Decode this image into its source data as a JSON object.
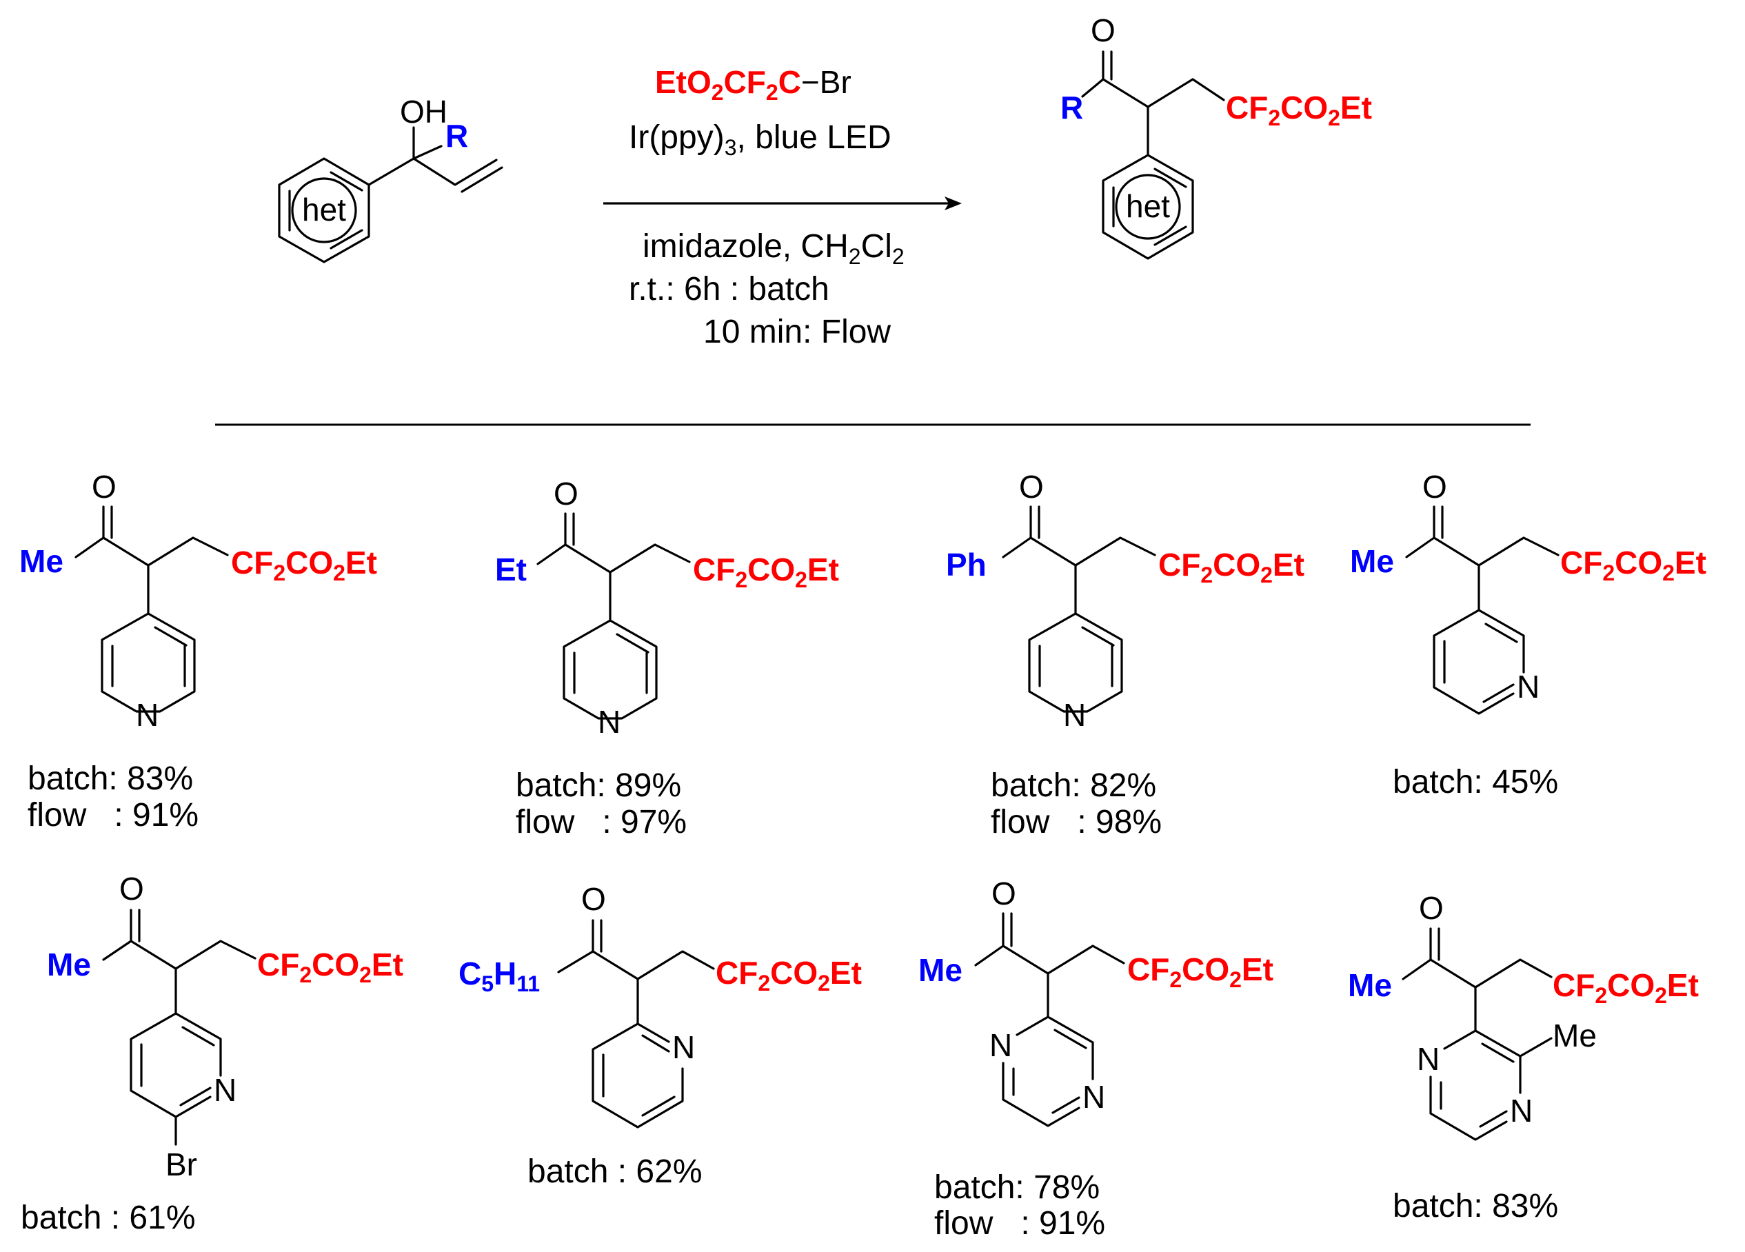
{
  "colors": {
    "reagent": "#ff0000",
    "substituent": "#0000ff",
    "ink": "#000000"
  },
  "scheme": {
    "start": {
      "oh": "OH",
      "r": "R",
      "ring": "het"
    },
    "reagent": {
      "a": "EtO",
      "a_sub1": "2",
      "b": "CF",
      "b_sub": "2",
      "c": "C",
      "bond": "−Br"
    },
    "catalyst": {
      "text": "Ir(ppy)",
      "sub": "3",
      "tail": ", blue LED"
    },
    "conditions": {
      "line1_a": "imidazole, CH",
      "line1_sub1": "2",
      "line1_b": "Cl",
      "line1_sub2": "2",
      "line2": "r.t.: 6h : batch",
      "line3": "10 min: Flow"
    },
    "product": {
      "o": "O",
      "r": "R",
      "ring": "het"
    }
  },
  "group": {
    "cf": "CF",
    "cf_sub": "2",
    "co": "CO",
    "co_sub": "2",
    "et": "Et"
  },
  "examples": [
    {
      "r": "Me",
      "yields": [
        "batch: 83%",
        "flow   : 91%"
      ]
    },
    {
      "r": "Et",
      "yields": [
        "batch: 89%",
        "flow   : 97%"
      ]
    },
    {
      "r": "Ph",
      "yields": [
        "batch: 82%",
        "flow   : 98%"
      ]
    },
    {
      "r": "Me",
      "yields": [
        "batch: 45%"
      ]
    },
    {
      "r": "Me",
      "extra": "Br",
      "yields": [
        "batch : 61%"
      ]
    },
    {
      "r": "C",
      "r_sub": "5",
      "r_tail": "H",
      "r_sub2": "11",
      "yields": [
        "batch : 62%"
      ]
    },
    {
      "r": "Me",
      "yields": [
        "batch: 78%",
        "flow   : 91%"
      ]
    },
    {
      "r": "Me",
      "extra": "Me",
      "yields": [
        "batch: 83%"
      ]
    }
  ],
  "atoms": {
    "o": "O",
    "n": "N"
  }
}
